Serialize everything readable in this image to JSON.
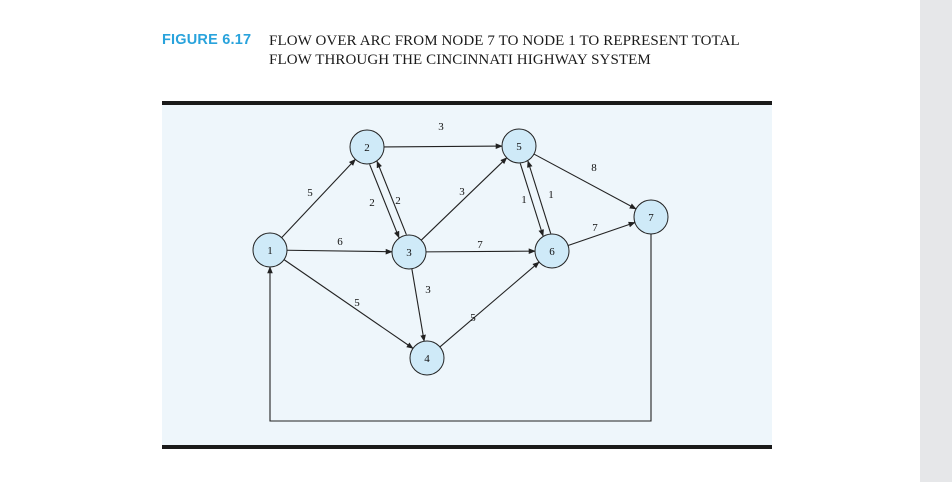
{
  "caption": {
    "figure_label": "FIGURE 6.17",
    "title": "FLOW OVER ARC FROM NODE 7 TO NODE 1 TO REPRESENT TOTAL FLOW THROUGH THE CINCINNATI HIGHWAY SYSTEM"
  },
  "network": {
    "nodes": [
      {
        "id": "1",
        "label": "1"
      },
      {
        "id": "2",
        "label": "2"
      },
      {
        "id": "3",
        "label": "3"
      },
      {
        "id": "4",
        "label": "4"
      },
      {
        "id": "5",
        "label": "5"
      },
      {
        "id": "6",
        "label": "6"
      },
      {
        "id": "7",
        "label": "7"
      }
    ],
    "arcs": [
      {
        "from": "1",
        "to": "2",
        "label": "5"
      },
      {
        "from": "1",
        "to": "3",
        "label": "6"
      },
      {
        "from": "1",
        "to": "4",
        "label": "5"
      },
      {
        "from": "2",
        "to": "3",
        "label": "2"
      },
      {
        "from": "3",
        "to": "2",
        "label": "2"
      },
      {
        "from": "2",
        "to": "5",
        "label": "3"
      },
      {
        "from": "3",
        "to": "5",
        "label": "3"
      },
      {
        "from": "3",
        "to": "6",
        "label": "7"
      },
      {
        "from": "3",
        "to": "4",
        "label": "3"
      },
      {
        "from": "4",
        "to": "6",
        "label": "5"
      },
      {
        "from": "5",
        "to": "6",
        "label": "1"
      },
      {
        "from": "6",
        "to": "5",
        "label": "1"
      },
      {
        "from": "5",
        "to": "7",
        "label": "8"
      },
      {
        "from": "6",
        "to": "7",
        "label": "7"
      },
      {
        "from": "7",
        "to": "1",
        "label": ""
      }
    ]
  }
}
